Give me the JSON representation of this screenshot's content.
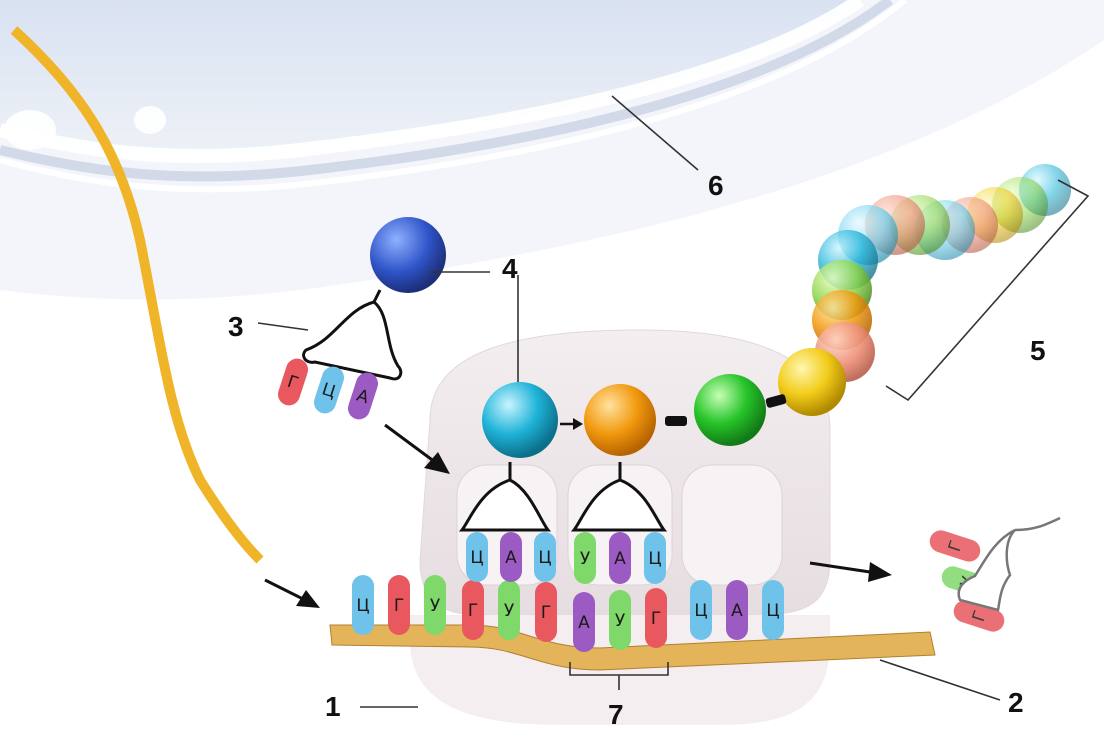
{
  "labels": {
    "n1": "1",
    "n2": "2",
    "n3": "3",
    "n4": "4",
    "n5": "5",
    "n6": "6",
    "n7": "7"
  },
  "colors": {
    "Ц": "#6fc3ea",
    "Г": "#e8585e",
    "У": "#7fd86a",
    "А": "#9b5bc2",
    "mrna": "#e3b45a",
    "strand": "#f0b429"
  },
  "mrna_codons": [
    "Ц",
    "Г",
    "У",
    "Г",
    "У",
    "Г",
    "А",
    "У",
    "Г",
    "Ц",
    "А",
    "Ц"
  ],
  "trna_left": {
    "anticodon": [
      "Ц",
      "А",
      "Ц"
    ]
  },
  "trna_right": {
    "anticodon": [
      "У",
      "А",
      "Ц"
    ]
  },
  "incoming_trna": {
    "anticodon": [
      "Г",
      "Ц",
      "А"
    ]
  },
  "outgoing_trna": {
    "anticodon": [
      "Г",
      "У",
      "Г"
    ]
  }
}
